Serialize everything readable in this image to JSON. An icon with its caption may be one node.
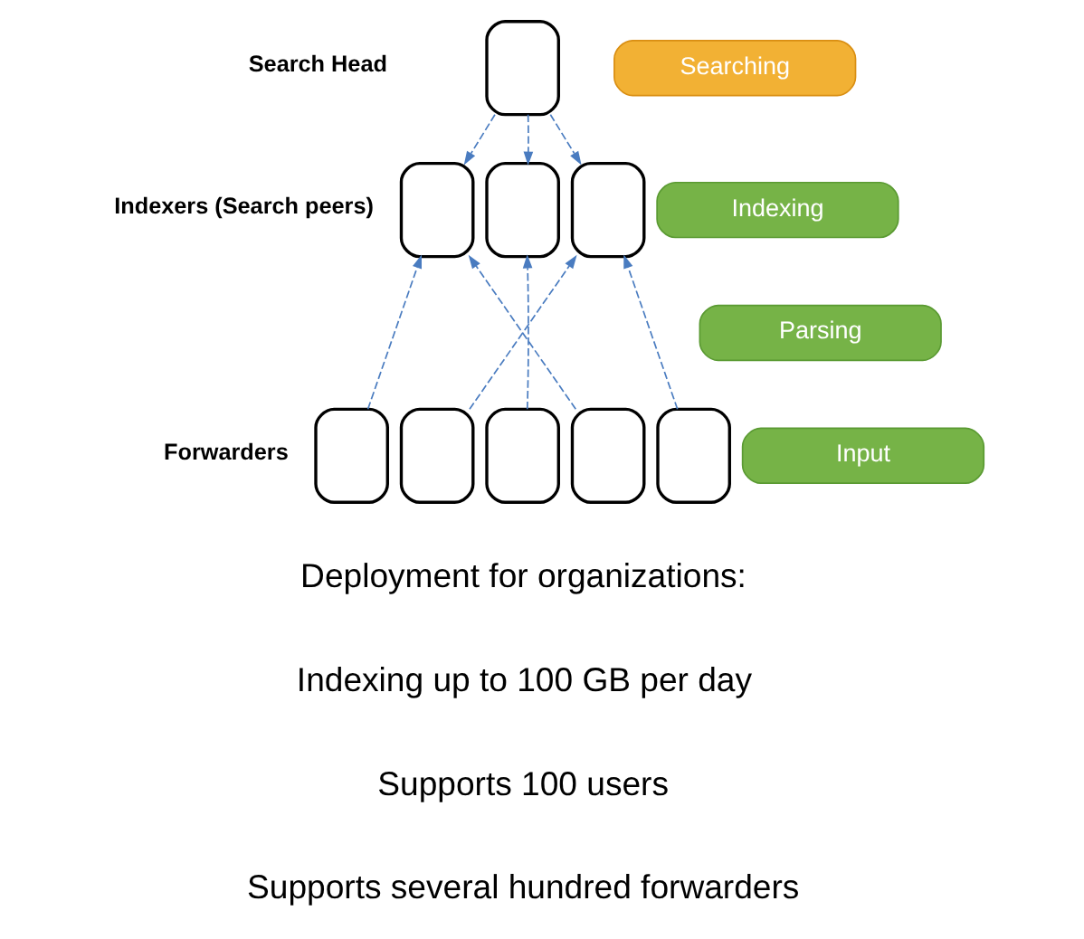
{
  "diagram": {
    "nodes": [
      {
        "text": [],
        "shape": "box"
      },
      {
        "text": [],
        "shape": "box"
      },
      {
        "text": [],
        "shape": "box"
      },
      {
        "text": [],
        "shape": "box"
      },
      {
        "text": [],
        "shape": "box"
      },
      {
        "text": [],
        "shape": "box"
      },
      {
        "text": [],
        "shape": "box"
      },
      {
        "text": [],
        "shape": "box"
      },
      {
        "text": [],
        "shape": "box"
      },
      {
        "text": [
          "Searching"
        ]
      },
      {
        "text": [
          "Indexing"
        ]
      },
      {
        "text": [
          "Parsing"
        ]
      },
      {
        "text": [
          "Input"
        ]
      }
    ],
    "edges": [
      {
        "from": 0,
        "to": 1,
        "arrow": "to",
        "style": "dashed"
      },
      {
        "from": 0,
        "to": 2,
        "arrow": "to",
        "style": "dashed"
      },
      {
        "from": 0,
        "to": 3,
        "arrow": "to",
        "style": "dashed"
      },
      {
        "from": 4,
        "to": 1,
        "arrow": "to",
        "style": "dashed"
      },
      {
        "from": 5,
        "to": 3,
        "arrow": "to",
        "style": "dashed"
      },
      {
        "from": 6,
        "to": 2,
        "arrow": "to",
        "style": "dashed"
      },
      {
        "from": 7,
        "to": 1,
        "arrow": "to",
        "style": "dashed"
      },
      {
        "from": 8,
        "to": 3,
        "arrow": "to",
        "style": "dashed"
      }
    ],
    "labels": [
      "Search Head",
      "Indexers (Search peers)",
      "Forwarders",
      "Deployment for organizations:",
      "Indexing up to 100 GB per day",
      "Supports 100 users",
      "Supports several hundred forwarders"
    ]
  }
}
